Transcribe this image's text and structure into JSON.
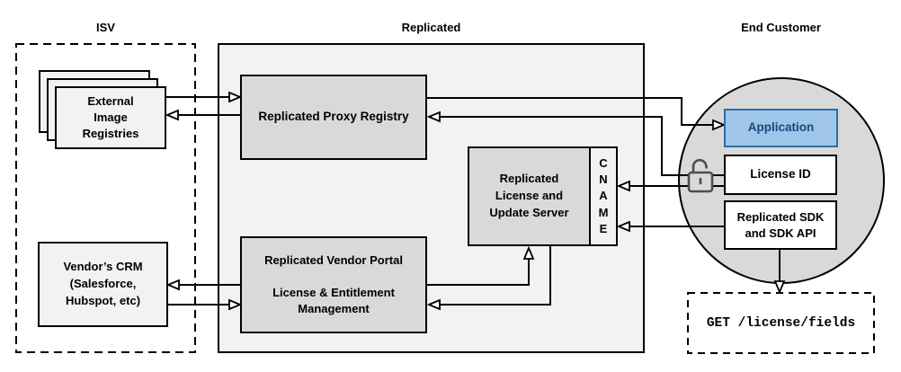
{
  "sections": {
    "isv": {
      "label": "ISV"
    },
    "replicated": {
      "label": "Replicated"
    },
    "end_customer": {
      "label": "End Customer"
    }
  },
  "nodes": {
    "external_image_registries": {
      "label": "External\nImage\nRegistries"
    },
    "vendor_crm": {
      "label": "Vendor’s CRM\n(Salesforce,\nHubspot, etc)"
    },
    "replicated_proxy_registry": {
      "label": "Replicated Proxy Registry"
    },
    "replicated_license_update_server": {
      "label": "Replicated\nLicense and\nUpdate Server"
    },
    "cname": {
      "label": "C\nN\nA\nM\nE"
    },
    "replicated_vendor_portal": {
      "label": "Replicated Vendor Portal\n\nLicense & Entitlement\nManagement"
    },
    "application": {
      "label": "Application"
    },
    "license_id": {
      "label": "License ID"
    },
    "replicated_sdk": {
      "label": "Replicated SDK\nand SDK API"
    },
    "get_license_fields": {
      "label": "GET /license/fields"
    }
  },
  "icons": {
    "open_padlock": "open-padlock-icon"
  },
  "colors": {
    "application_fill": "#9FC5E8",
    "application_border": "#2E6DA4",
    "application_text": "#17497C",
    "node_fill_gray": "#D9D9D9",
    "region_fill": "#F2F2F2",
    "light_node_fill": "#F2F2F2",
    "line": "#000000",
    "lock_icon": "#4D4D4D"
  }
}
